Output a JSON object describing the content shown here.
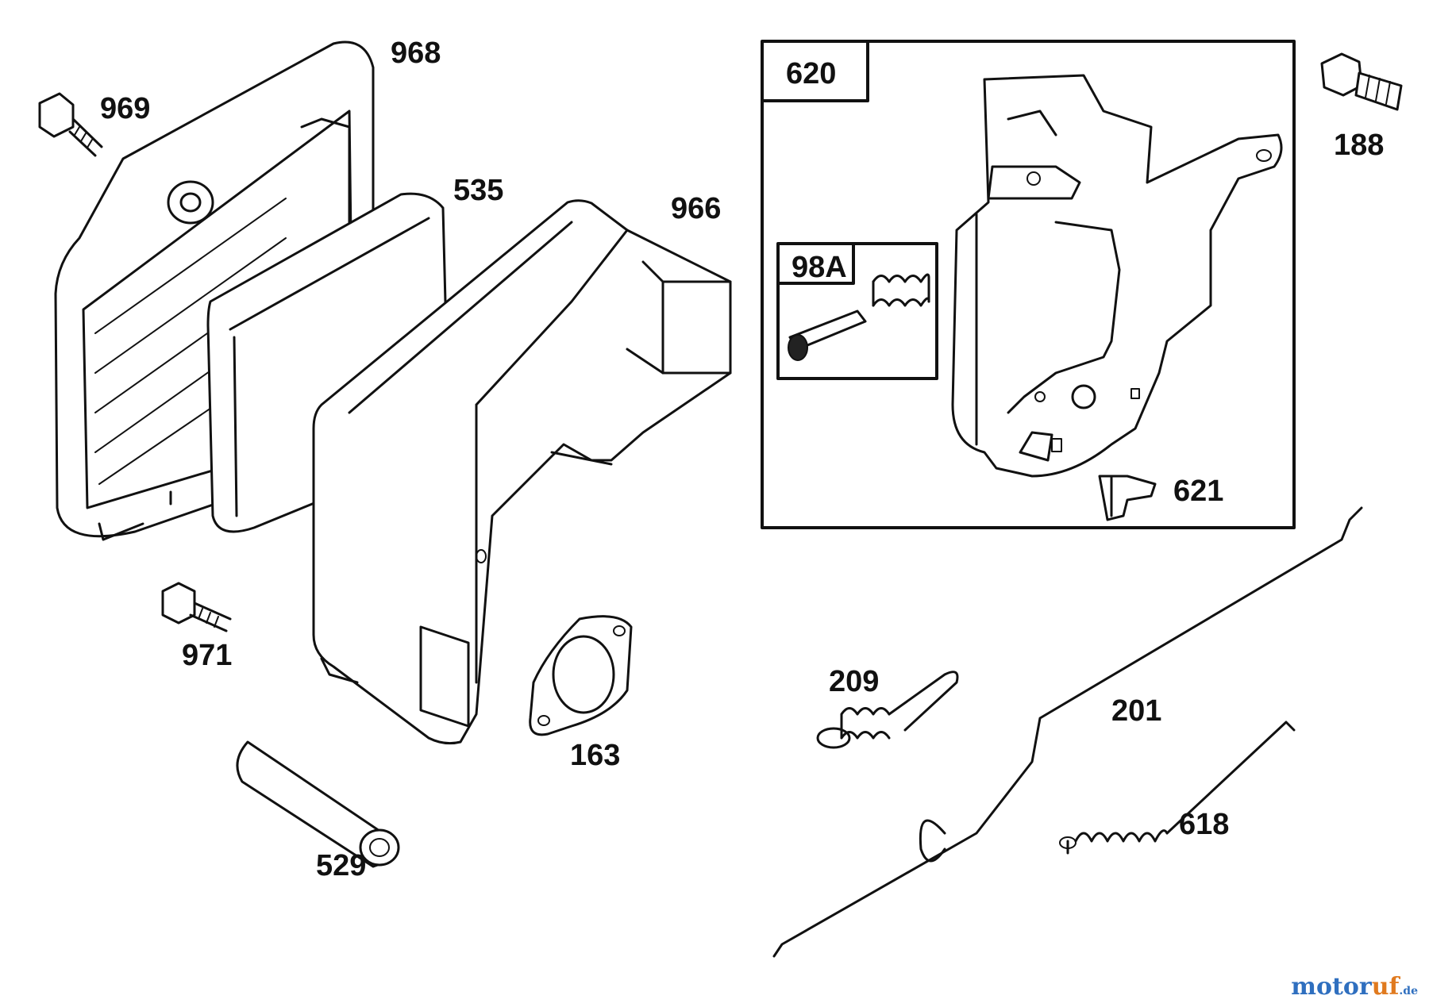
{
  "parts": {
    "p969": "969",
    "p968": "968",
    "p535": "535",
    "p966": "966",
    "p620": "620",
    "p98a": "98A",
    "p188": "188",
    "p621": "621",
    "p971": "971",
    "p163": "163",
    "p529": "529",
    "p209": "209",
    "p201": "201",
    "p618": "618"
  },
  "watermark": {
    "part1": "motor",
    "part2": "uf",
    "suffix": ".de"
  },
  "colors": {
    "ink": "#111111",
    "watermark_blue": "#2f6fbf",
    "watermark_orange": "#e07a1f"
  }
}
